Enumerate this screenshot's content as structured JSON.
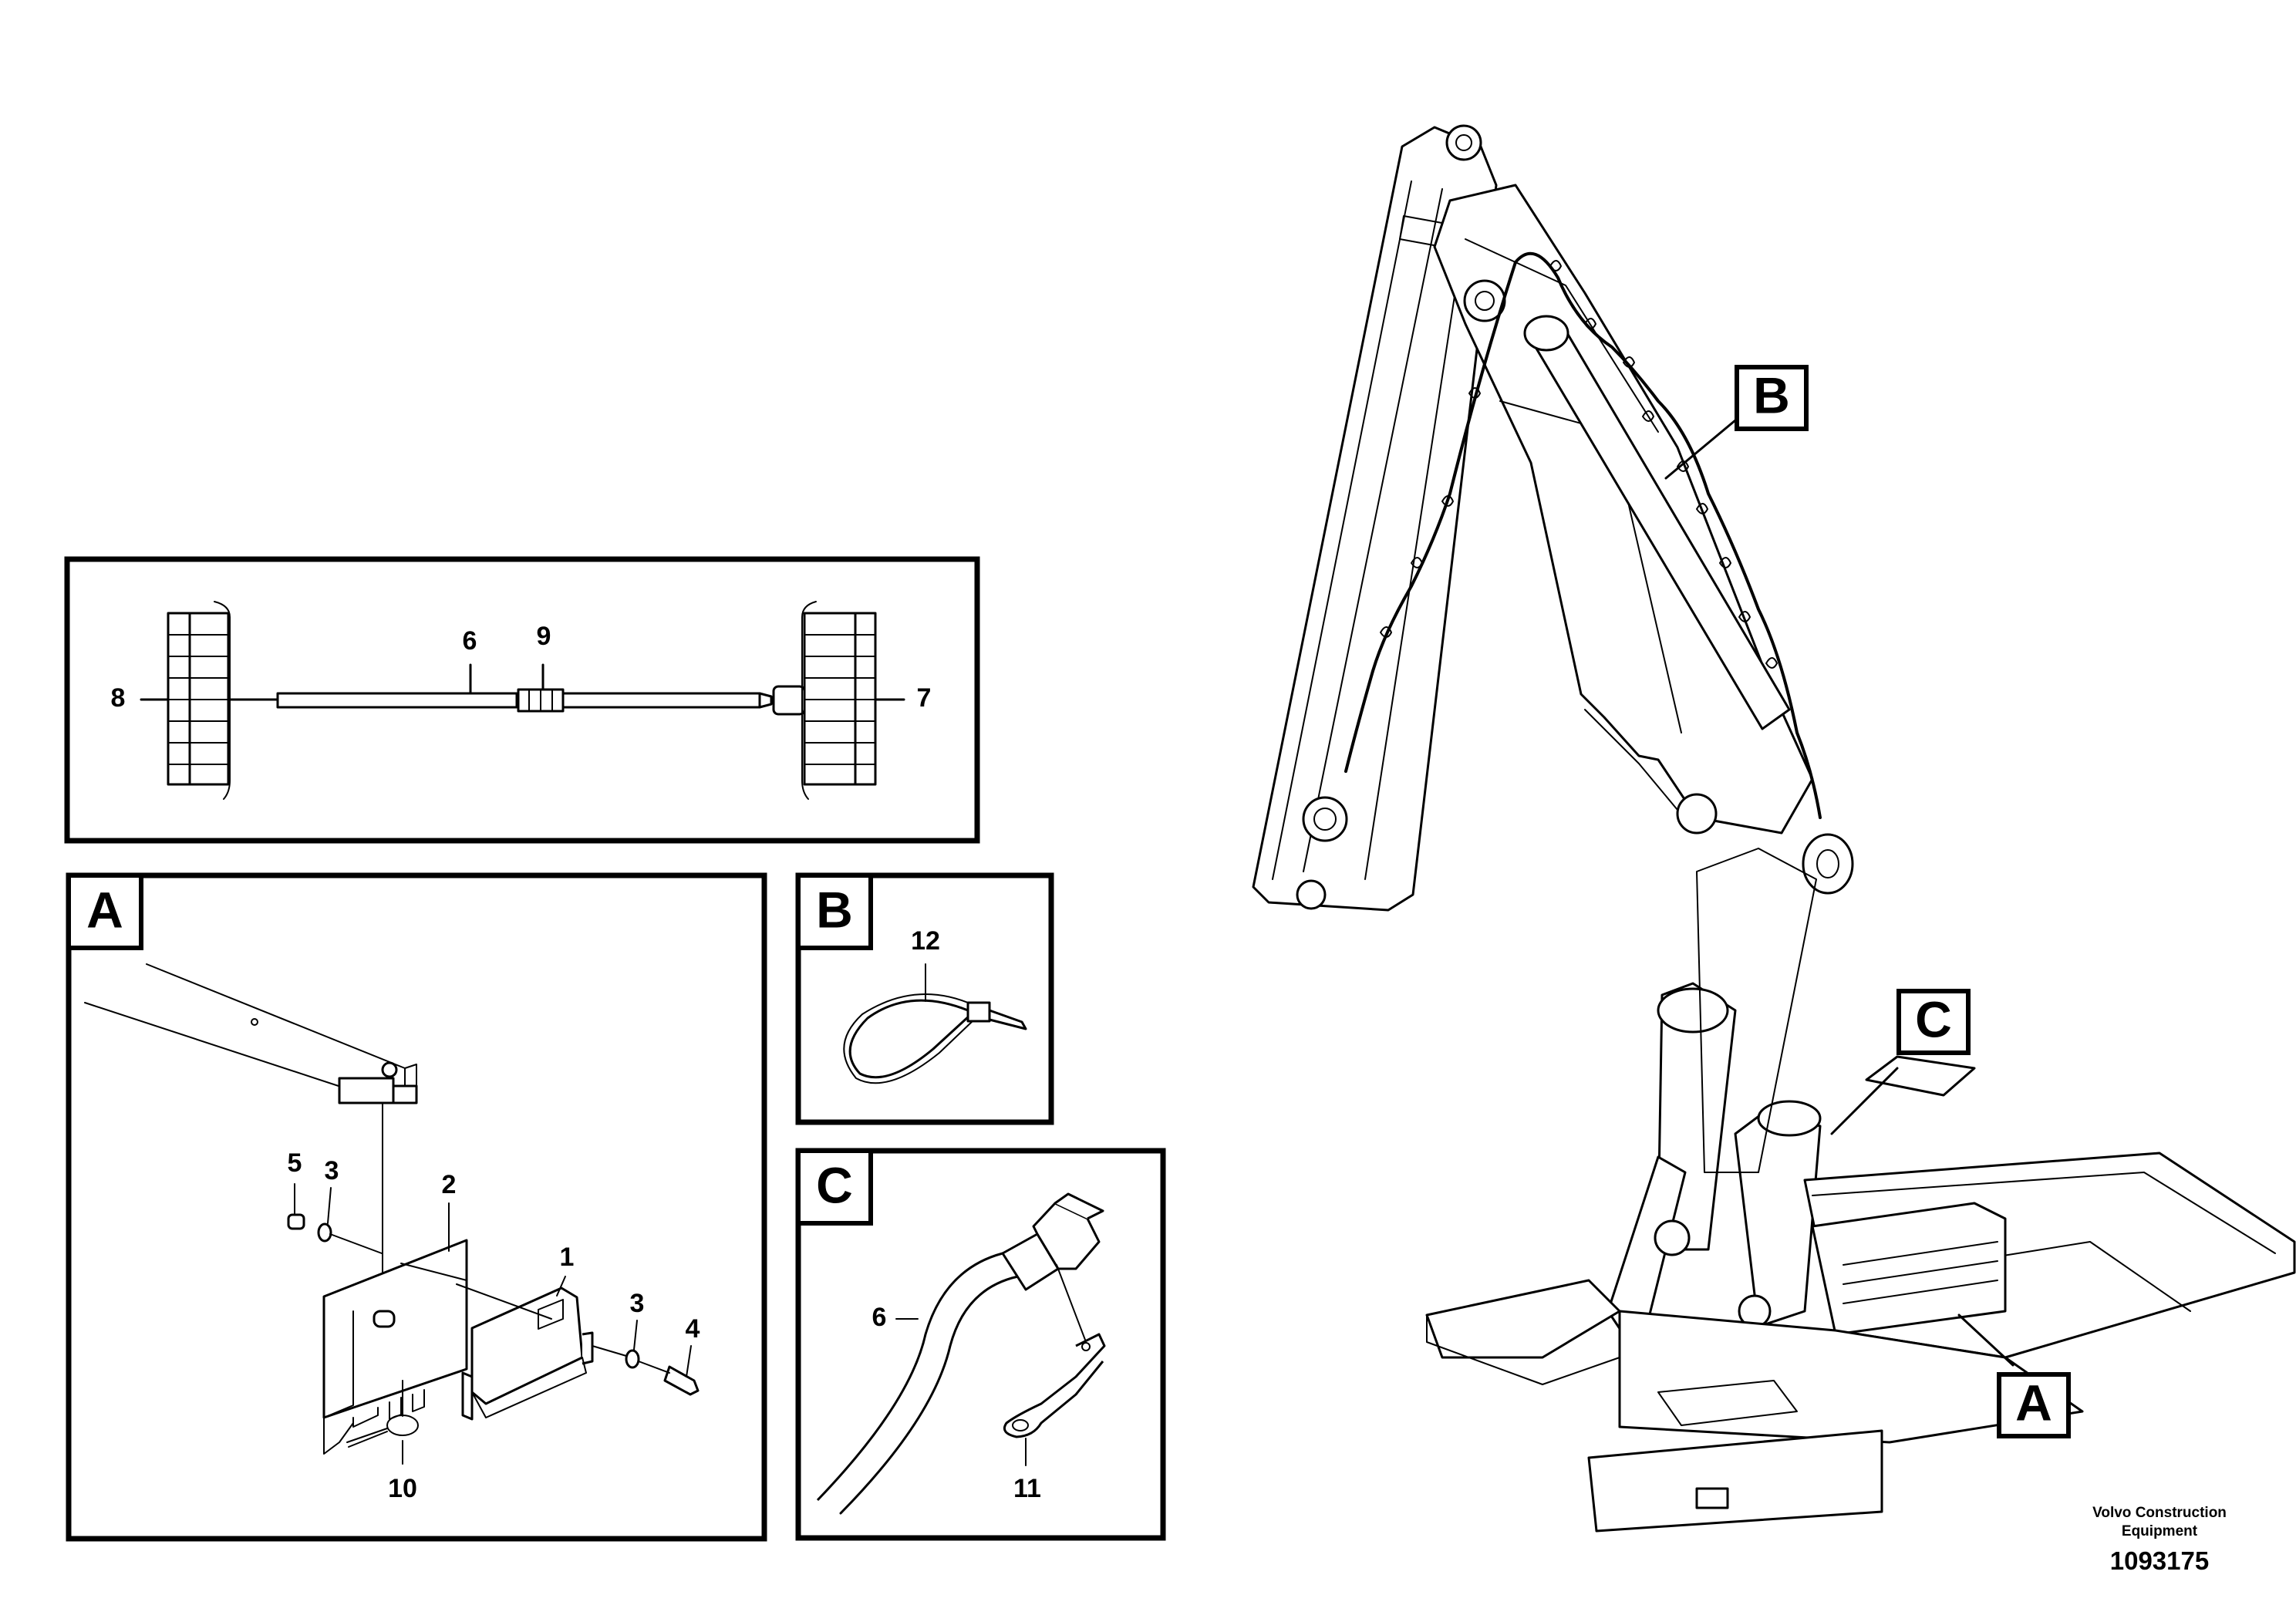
{
  "panels": {
    "connector_detail": {
      "labels": [
        "8",
        "6",
        "9",
        "7"
      ]
    },
    "A": {
      "title": "A",
      "labels": [
        "5",
        "3",
        "2",
        "1",
        "3",
        "4",
        "10"
      ]
    },
    "B": {
      "title": "B",
      "labels": [
        "12"
      ]
    },
    "C": {
      "title": "C",
      "labels": [
        "6",
        "11"
      ]
    }
  },
  "main_view_callouts": [
    "B",
    "C",
    "A"
  ],
  "footer": {
    "company_line1": "Volvo Construction",
    "company_line2": "Equipment",
    "drawing_number": "1093175"
  }
}
